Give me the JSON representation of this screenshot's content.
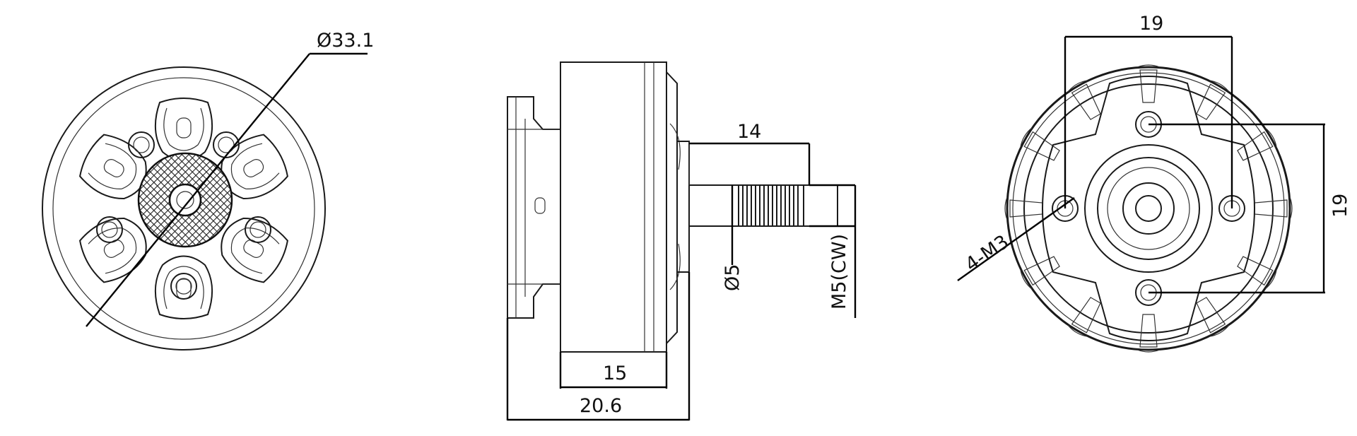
{
  "labels": {
    "diameter": "Ø33.1",
    "shaft_length": "14",
    "shaft_diameter": "Ø5",
    "thread": "M5(CW)",
    "body_length": "15",
    "total_length": "20.6",
    "hole_spacing_horizontal": "19",
    "hole_spacing_vertical": "19",
    "mount_holes": "4-M3"
  }
}
